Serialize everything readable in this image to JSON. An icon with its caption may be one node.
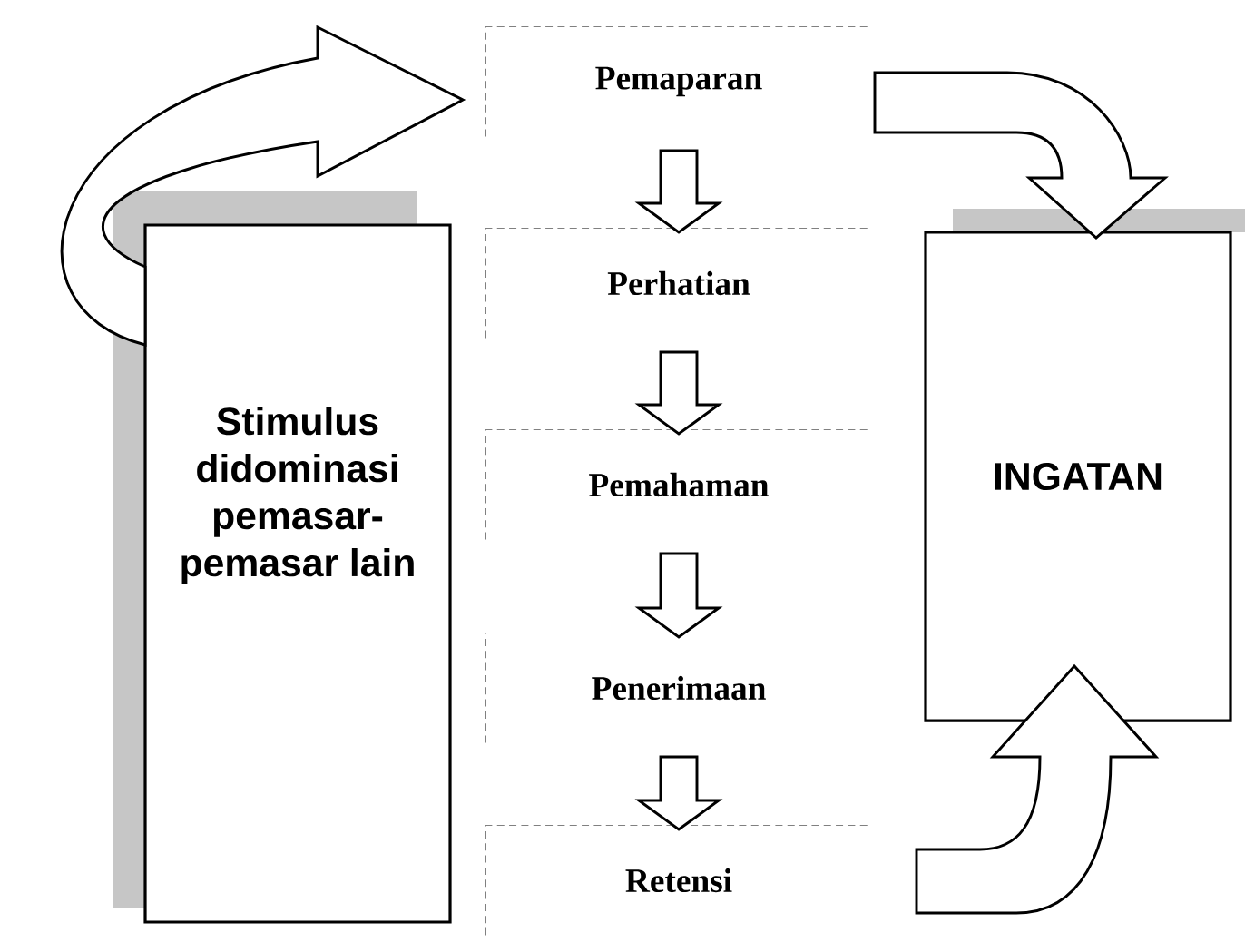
{
  "diagram": {
    "nodes": [
      {
        "text": [
          "Stimulus didominasi pemasar-pemasar lain"
        ]
      },
      {
        "text": [
          "Pemaparan"
        ]
      },
      {
        "text": [
          "Perhatian"
        ]
      },
      {
        "text": [
          "Pemahaman"
        ]
      },
      {
        "text": [
          "Penerimaan"
        ]
      },
      {
        "text": [
          "Retensi"
        ]
      },
      {
        "text": [
          "INGATAN"
        ]
      }
    ],
    "edges": [
      {
        "from": 0,
        "to": 1,
        "arrow": "to"
      },
      {
        "from": 1,
        "to": 2,
        "arrow": "to"
      },
      {
        "from": 2,
        "to": 3,
        "arrow": "to"
      },
      {
        "from": 3,
        "to": 4,
        "arrow": "to"
      },
      {
        "from": 4,
        "to": 5,
        "arrow": "to"
      },
      {
        "from": 1,
        "to": 6,
        "arrow": "to"
      },
      {
        "from": 5,
        "to": 6,
        "arrow": "to"
      }
    ]
  }
}
